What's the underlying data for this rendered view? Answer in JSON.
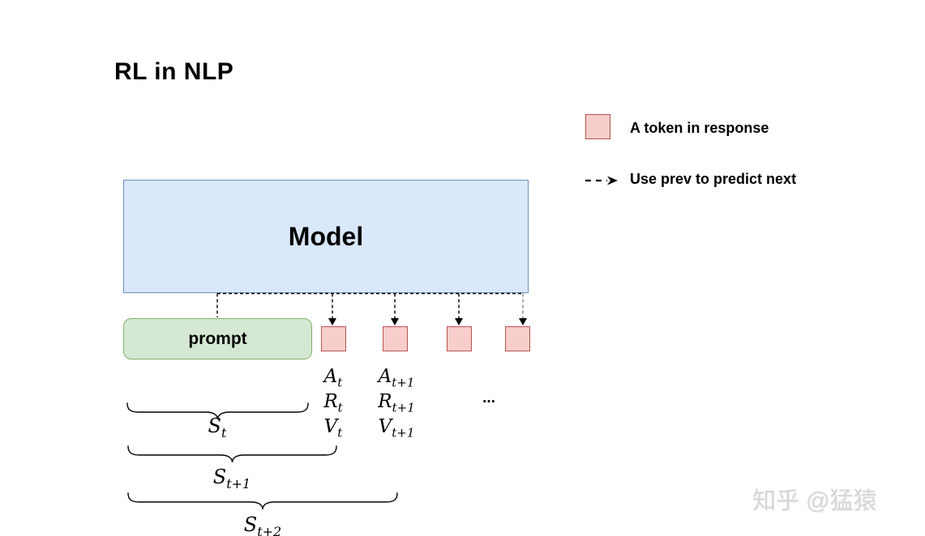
{
  "title": "RL in NLP",
  "colors": {
    "model_fill": "#dae8fc",
    "model_stroke": "#6c8ebf",
    "prompt_fill": "#d5e8d4",
    "prompt_stroke": "#82b366",
    "token_fill": "#f8cecc",
    "token_stroke": "#b85450",
    "connector": "#000000",
    "connector_muted": "#8a8a8a",
    "watermark": "#d6d6d6"
  },
  "model": {
    "label": "Model"
  },
  "prompt": {
    "label": "prompt"
  },
  "response_tokens": {
    "count": 4
  },
  "legend": {
    "items": [
      {
        "symbol": "token-square",
        "label": "A token in response"
      },
      {
        "symbol": "dashed-arrow",
        "label": "Use prev to predict next"
      }
    ]
  },
  "math": {
    "columns": [
      {
        "rows": [
          {
            "base": "A",
            "sub": "t"
          },
          {
            "base": "R",
            "sub": "t"
          },
          {
            "base": "V",
            "sub": "t"
          }
        ]
      },
      {
        "rows": [
          {
            "base": "A",
            "sub": "t+1"
          },
          {
            "base": "R",
            "sub": "t+1"
          },
          {
            "base": "V",
            "sub": "t+1"
          }
        ]
      }
    ],
    "ellipsis": "..."
  },
  "braces": [
    {
      "base": "S",
      "sub": "t"
    },
    {
      "base": "S",
      "sub": "t+1"
    },
    {
      "base": "S",
      "sub": "t+2"
    }
  ],
  "watermark": "知乎 @猛猿"
}
